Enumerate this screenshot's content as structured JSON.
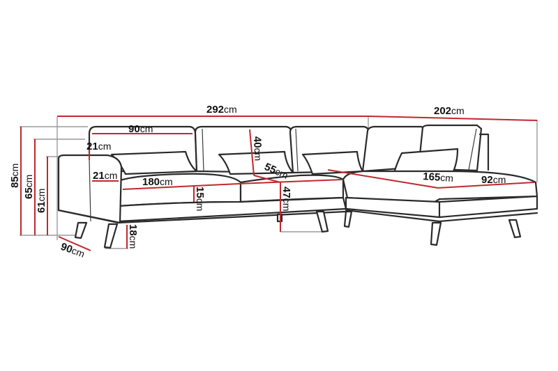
{
  "diagram": {
    "subject": "Corner sofa dimension drawing",
    "colors": {
      "outline": "#2a2a2a",
      "dimension_line": "#c0282d",
      "extension_line": "#9a9a9a",
      "background": "#ffffff"
    },
    "dimensions": {
      "total_width": {
        "value": "292",
        "unit": "cm"
      },
      "chaise_length": {
        "value": "202",
        "unit": "cm"
      },
      "seat_module_width": {
        "value": "90",
        "unit": "cm"
      },
      "backrest_thickness": {
        "value": "21",
        "unit": "cm"
      },
      "armrest_width": {
        "value": "21",
        "unit": "cm"
      },
      "seat_width": {
        "value": "180",
        "unit": "cm"
      },
      "cushion_height": {
        "value": "15",
        "unit": "cm"
      },
      "backrest_height": {
        "value": "40",
        "unit": "cm"
      },
      "seat_depth": {
        "value": "55",
        "unit": "cm"
      },
      "seat_height": {
        "value": "47",
        "unit": "cm"
      },
      "chaise_seat_length": {
        "value": "165",
        "unit": "cm"
      },
      "chaise_width": {
        "value": "92",
        "unit": "cm"
      },
      "total_height": {
        "value": "85",
        "unit": "cm"
      },
      "back_height": {
        "value": "65",
        "unit": "cm"
      },
      "arm_height": {
        "value": "61",
        "unit": "cm"
      },
      "depth": {
        "value": "90",
        "unit": "cm"
      },
      "leg_height": {
        "value": "18",
        "unit": "cm"
      }
    }
  }
}
